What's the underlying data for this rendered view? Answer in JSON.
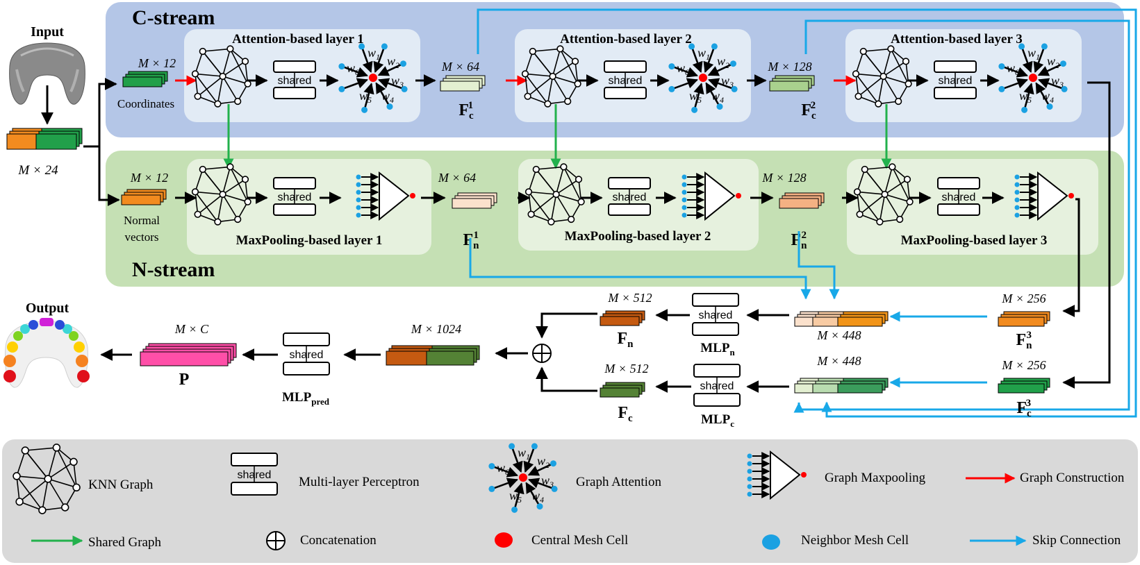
{
  "colors": {
    "c_stream_bg": "#b4c6e7",
    "n_stream_bg": "#c5e0b4",
    "layer_bg": "#e2ebf5",
    "layer_bg_n": "#e6f1de",
    "legend_bg": "#d9d9d9",
    "red": "#ff0000",
    "green": "#22b14c",
    "skip_blue": "#18a8e8",
    "central_cell": "#ff0000",
    "neighbor_cell": "#1ba1e2",
    "coord_green": "#21a04a",
    "normal_orange": "#f28b1f",
    "pred_pink": "#ff4fa8"
  },
  "icons": [
    "knn-graph-icon",
    "mlp-icon",
    "graph-attention-icon",
    "graph-maxpooling-icon",
    "concatenation-icon",
    "tooth-input-icon",
    "tooth-output-icon"
  ],
  "c_stream": {
    "title": "C-stream",
    "layers": [
      {
        "title": "Attention-based layer 1"
      },
      {
        "title": "Attention-based layer 2"
      },
      {
        "title": "Attention-based layer 3"
      }
    ],
    "coordinates_dim": "M × 12",
    "coordinates_label": "Coordinates",
    "f1_dim": "M × 64",
    "f1_base": "F",
    "f1_sub": "c",
    "f1_sup": "1",
    "f2_dim": "M × 128",
    "f2_base": "F",
    "f2_sub": "c",
    "f2_sup": "2"
  },
  "n_stream": {
    "title": "N-stream",
    "layers": [
      {
        "title": "MaxPooling-based layer 1"
      },
      {
        "title": "MaxPooling-based layer 2"
      },
      {
        "title": "MaxPooling-based layer 3"
      }
    ],
    "normal_dim": "M × 12",
    "normal_label_1": "Normal",
    "normal_label_2": "vectors",
    "f1_dim": "M × 64",
    "f1_base": "F",
    "f1_sub": "n",
    "f1_sup": "1",
    "f2_dim": "M × 128",
    "f2_base": "F",
    "f2_sub": "n",
    "f2_sup": "2"
  },
  "input": {
    "title": "Input",
    "dim": "M × 24"
  },
  "output": {
    "title": "Output"
  },
  "mlp_shared": "shared",
  "attention_weights": [
    "w1",
    "w2",
    "w3",
    "w4",
    "w5",
    "w6"
  ],
  "bottom": {
    "fn3_dim": "M × 256",
    "fn3_base": "F",
    "fn3_sub": "n",
    "fn3_sup": "3",
    "fc3_dim": "M × 256",
    "fc3_base": "F",
    "fc3_sub": "c",
    "fc3_sup": "3",
    "cat_n_dim": "M × 448",
    "cat_c_dim": "M × 448",
    "mlp_n_base": "MLP",
    "mlp_n_sub": "n",
    "mlp_c_base": "MLP",
    "mlp_c_sub": "c",
    "fn_dim": "M × 512",
    "fn_base": "F",
    "fn_sub": "n",
    "fc_dim": "M × 512",
    "fc_base": "F",
    "fc_sub": "c",
    "concat_dim": "M × 1024",
    "mlp_pred_base": "MLP",
    "mlp_pred_sub": "pred",
    "p_dim": "M × C",
    "p_label": "P"
  },
  "legend": {
    "knn": "KNN Graph",
    "mlp": "Multi-layer Perceptron",
    "attention": "Graph Attention",
    "maxpool": "Graph Maxpooling",
    "graph_construction": "Graph Construction",
    "shared_graph": "Shared Graph",
    "concatenation": "Concatenation",
    "central": "Central Mesh Cell",
    "neighbor": "Neighbor Mesh Cell",
    "skip": "Skip Connection"
  }
}
